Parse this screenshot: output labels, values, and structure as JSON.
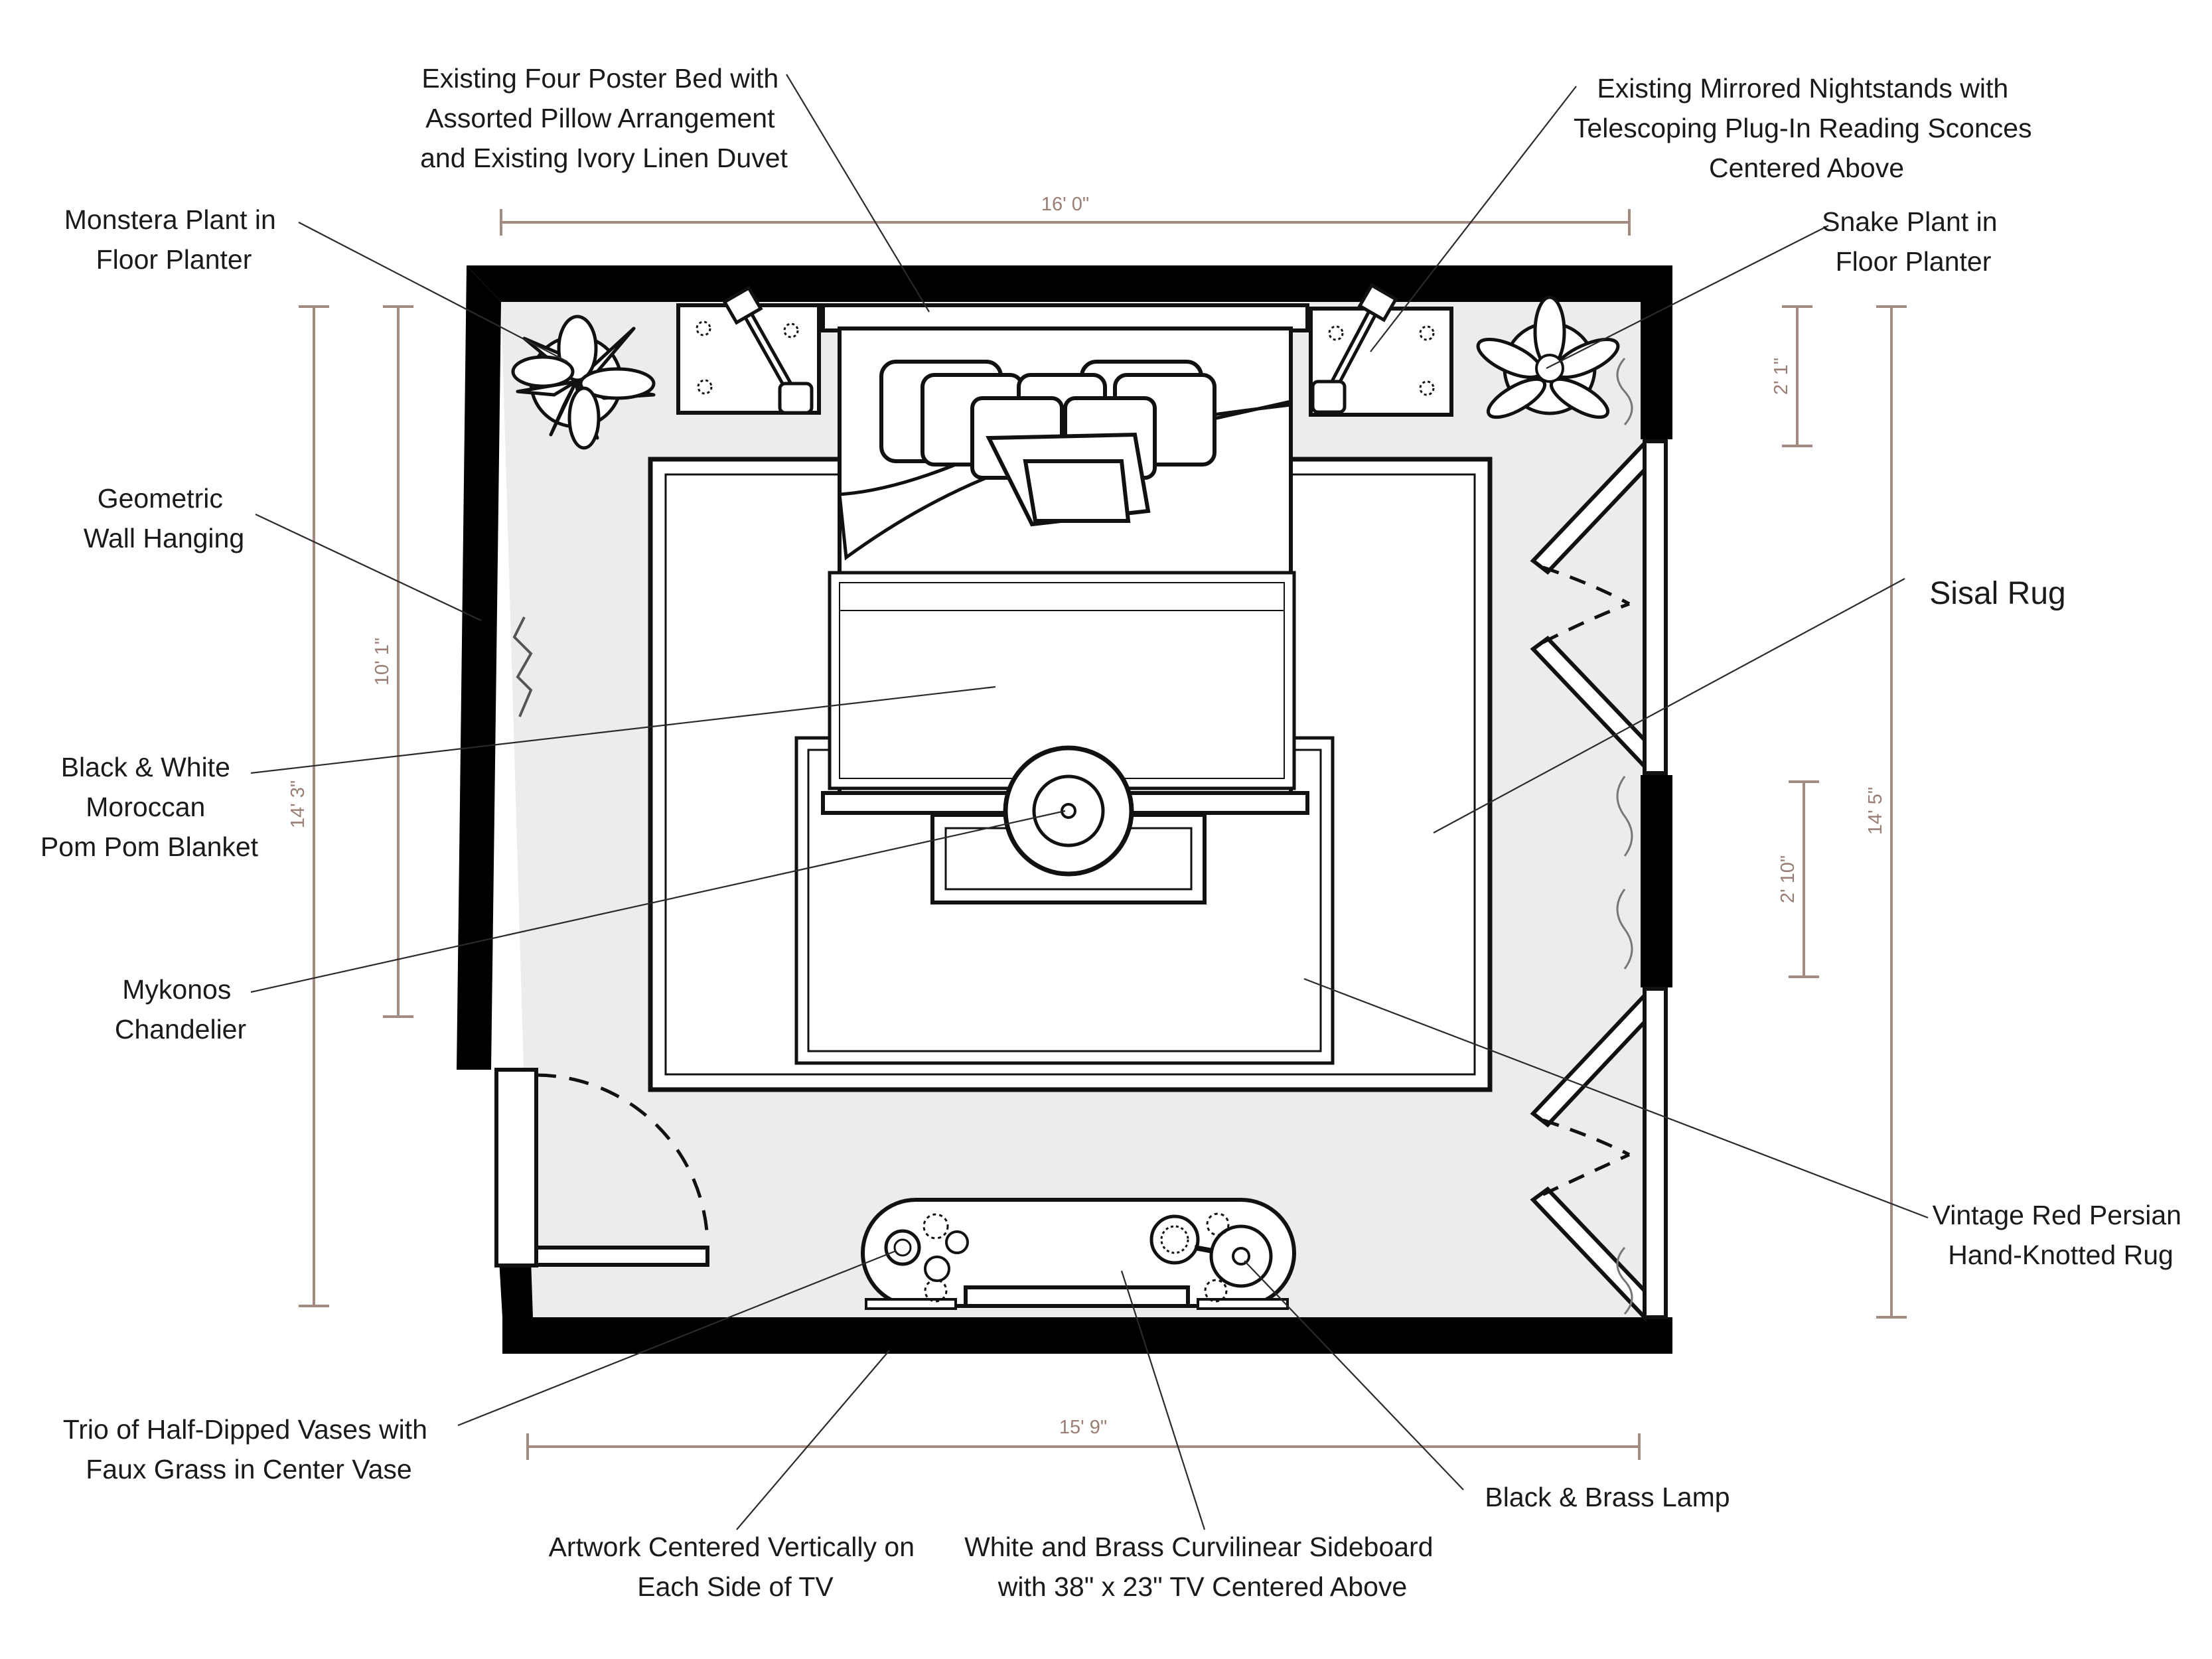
{
  "labels": {
    "bed": [
      "Existing Four Poster Bed with",
      "Assorted Pillow Arrangement",
      "and Existing Ivory Linen Duvet"
    ],
    "nightstands": [
      "Existing Mirrored Nightstands with",
      "Telescoping Plug-In Reading Sconces",
      "Centered Above"
    ],
    "monstera": [
      "Monstera Plant in",
      "Floor Planter"
    ],
    "snake": [
      "Snake Plant in",
      "Floor Planter"
    ],
    "wall_hanging": [
      "Geometric",
      "Wall Hanging"
    ],
    "sisal": [
      "Sisal Rug"
    ],
    "blanket": [
      "Black & White",
      "Moroccan",
      "Pom Pom Blanket"
    ],
    "chandelier": [
      "Mykonos",
      "Chandelier"
    ],
    "persian": [
      "Vintage Red Persian",
      "Hand-Knotted Rug"
    ],
    "vases": [
      "Trio of Half-Dipped Vases with",
      "Faux Grass in Center Vase"
    ],
    "lamp": [
      "Black & Brass Lamp"
    ],
    "artwork": [
      "Artwork Centered Vertically on",
      "Each Side of TV"
    ],
    "sideboard": [
      "White and Brass Curvilinear Sideboard",
      "with 38\" x 23\" TV Centered Above"
    ]
  },
  "dimensions": {
    "top_width": "16' 0\"",
    "bottom_width": "15' 9\"",
    "left_outer": "14' 3\"",
    "left_inner": "10' 1\"",
    "right_outer": "14' 5\"",
    "right_upper": "2' 1\"",
    "right_middle": "2' 10\""
  },
  "colors": {
    "dimension": "#a38b82",
    "floor": "#ececec",
    "wall": "#000000"
  }
}
